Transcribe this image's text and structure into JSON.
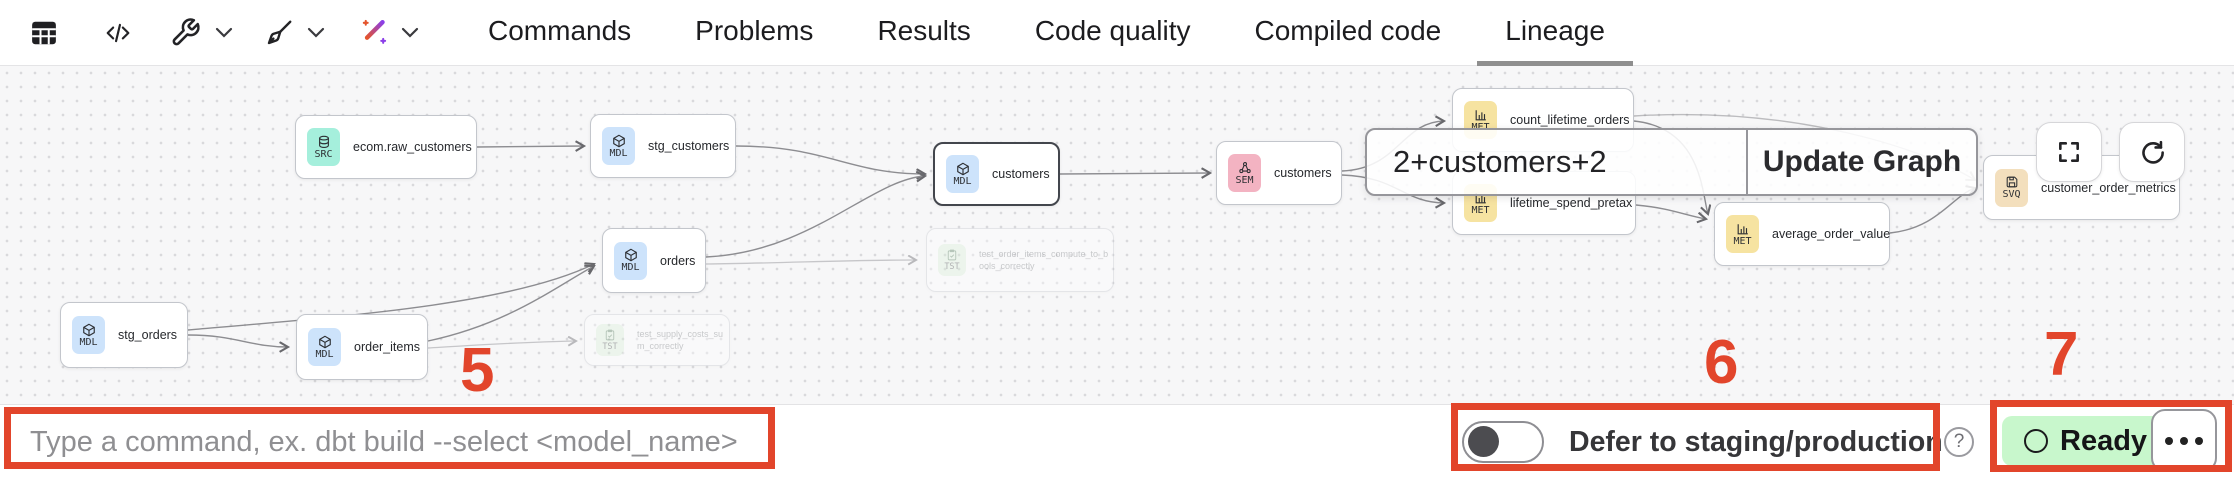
{
  "toolbar": {
    "icons": [
      "table-icon",
      "code-icon",
      "wrench-icon",
      "broom-icon",
      "wand-icon"
    ],
    "tabs": [
      {
        "label": "Commands",
        "active": false
      },
      {
        "label": "Problems",
        "active": false
      },
      {
        "label": "Results",
        "active": false
      },
      {
        "label": "Code quality",
        "active": false
      },
      {
        "label": "Compiled code",
        "active": false
      },
      {
        "label": "Lineage",
        "active": true
      }
    ]
  },
  "graph": {
    "nodes": [
      {
        "type": "SRC",
        "label": "ecom.raw_customers"
      },
      {
        "type": "MDL",
        "label": "stg_customers"
      },
      {
        "type": "MDL",
        "label": "customers",
        "selected": true
      },
      {
        "type": "SEM",
        "label": "customers"
      },
      {
        "type": "MET",
        "label": "count_lifetime_orders"
      },
      {
        "type": "MET",
        "label": "lifetime_spend_pretax"
      },
      {
        "type": "MET",
        "label": "average_order_value"
      },
      {
        "type": "SVQ",
        "label": "customer_order_metrics"
      },
      {
        "type": "MDL",
        "label": "orders"
      },
      {
        "type": "MDL",
        "label": "stg_orders"
      },
      {
        "type": "MDL",
        "label": "order_items"
      },
      {
        "type": "TST",
        "label": "test_order_items_compute_to_bools_correctly",
        "faded": true
      },
      {
        "type": "TST",
        "label": "test_supply_costs_sum_correctly",
        "faded": true
      }
    ],
    "selector": {
      "value": "2+customers+2",
      "button_label": "Update Graph"
    },
    "chip_colors": {
      "SRC": "#a5efdc",
      "MDL": "#cde3fb",
      "SEM": "#f3b3c2",
      "MET": "#f6e3a1",
      "TST": "#d9f1d7",
      "SVQ": "#f3dfbd"
    }
  },
  "bottom_bar": {
    "command_placeholder": "Type a command, ex. dbt build --select <model_name>",
    "defer_label": "Defer to staging/production",
    "help_glyph": "?",
    "status_label": "Ready"
  },
  "annotations": {
    "items": [
      "5",
      "6",
      "7"
    ],
    "color": "#e2452b"
  }
}
